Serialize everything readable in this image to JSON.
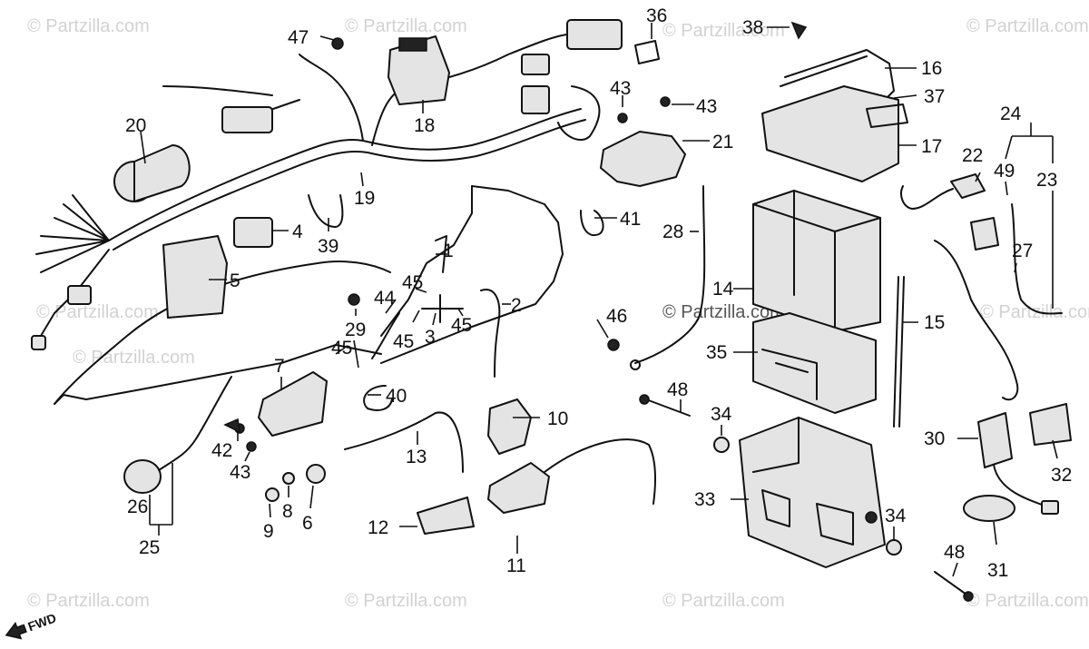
{
  "watermark": {
    "text": "© Partzilla.com",
    "mid_text": "© Partzilla.com"
  },
  "fwd_label": "FWD",
  "callouts": [
    "1",
    "2",
    "3",
    "4",
    "5",
    "6",
    "7",
    "8",
    "9",
    "10",
    "11",
    "12",
    "13",
    "14",
    "15",
    "16",
    "17",
    "18",
    "19",
    "20",
    "21",
    "22",
    "23",
    "24",
    "25",
    "26",
    "27",
    "28",
    "29",
    "30",
    "31",
    "32",
    "33",
    "34",
    "35",
    "36",
    "37",
    "38",
    "39",
    "40",
    "41",
    "42",
    "43",
    "44",
    "45",
    "46",
    "47",
    "48",
    "49"
  ],
  "colors": {
    "line": "#111111",
    "watermark": "#d2d2d2",
    "background": "#ffffff"
  }
}
